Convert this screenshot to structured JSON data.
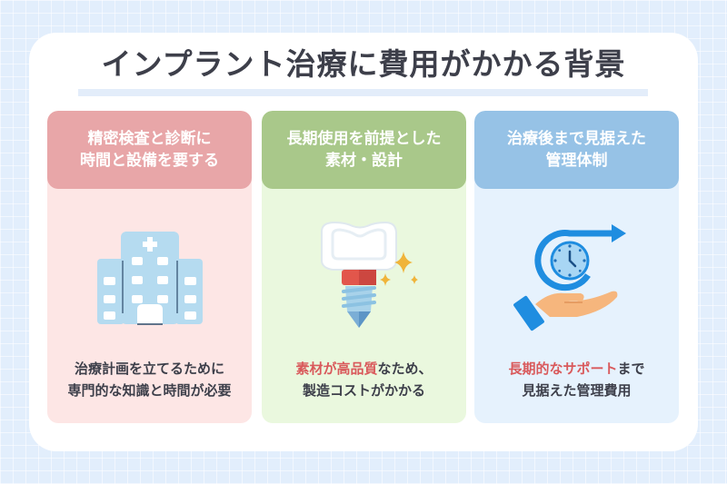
{
  "title": "インプラント治療に費用がかかる背景",
  "colors": {
    "title_text": "#3d3f4a",
    "highlight": "#d9595b",
    "col1_header": "#e8a6a8",
    "col1_body": "#fde6e5",
    "col2_header": "#a9c88a",
    "col2_body": "#eaf8de",
    "col3_header": "#96c2e6",
    "col3_body": "#e6f2fd"
  },
  "columns": [
    {
      "header_lines": [
        "精密検査と診断に",
        "時間と設備を要する"
      ],
      "icon": "hospital-icon",
      "body": {
        "line1_highlight": "",
        "line1_rest": "治療計画を立てるために",
        "line2": "専門的な知識と時間が必要"
      }
    },
    {
      "header_lines": [
        "長期使用を前提とした",
        "素材・設計"
      ],
      "icon": "dental-implant-icon",
      "body": {
        "line1_highlight": "素材が高品質",
        "line1_rest": "なため、",
        "line2": "製造コストがかかる"
      }
    },
    {
      "header_lines": [
        "治療後まで見据えた",
        "管理体制"
      ],
      "icon": "clock-hand-support-icon",
      "body": {
        "line1_highlight": "長期的なサポート",
        "line1_rest": "まで",
        "line2": "見据えた管理費用"
      }
    }
  ]
}
